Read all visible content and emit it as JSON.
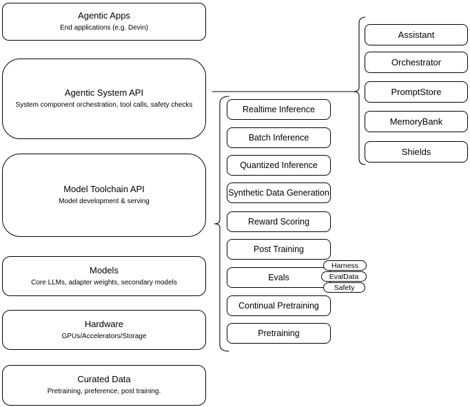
{
  "canvas": {
    "background": "#ffffff",
    "border_color": "#000000",
    "text_color": "#000000"
  },
  "layers": {
    "boxes": [
      {
        "title": "Agentic Apps",
        "subtitle": "End applications (e.g. Devin)"
      },
      {
        "title": "Agentic System API",
        "subtitle": "System component orchestration, tool calls, safety checks"
      },
      {
        "title": "Model Toolchain API",
        "subtitle": "Model development & serving"
      },
      {
        "title": "Models",
        "subtitle": "Core LLMs, adapter weights, secondary models"
      },
      {
        "title": "Hardware",
        "subtitle": "GPUs/Accelerators/Storage"
      },
      {
        "title": "Curated Data",
        "subtitle": "Pretraining, preference, post training."
      }
    ]
  },
  "toolchain": {
    "items": [
      "Realtime Inference",
      "Batch Inference",
      "Quantized Inference",
      "Synthetic Data Generation",
      "Reward Scoring",
      "Post Training",
      "Evals",
      "Continual Pretraining",
      "Pretraining"
    ],
    "eval_tags": [
      "Harness",
      "EvalData",
      "Safety"
    ]
  },
  "components": {
    "items": [
      "Assistant",
      "Orchestrator",
      "PromptStore",
      "MemoryBank",
      "Shields"
    ]
  }
}
